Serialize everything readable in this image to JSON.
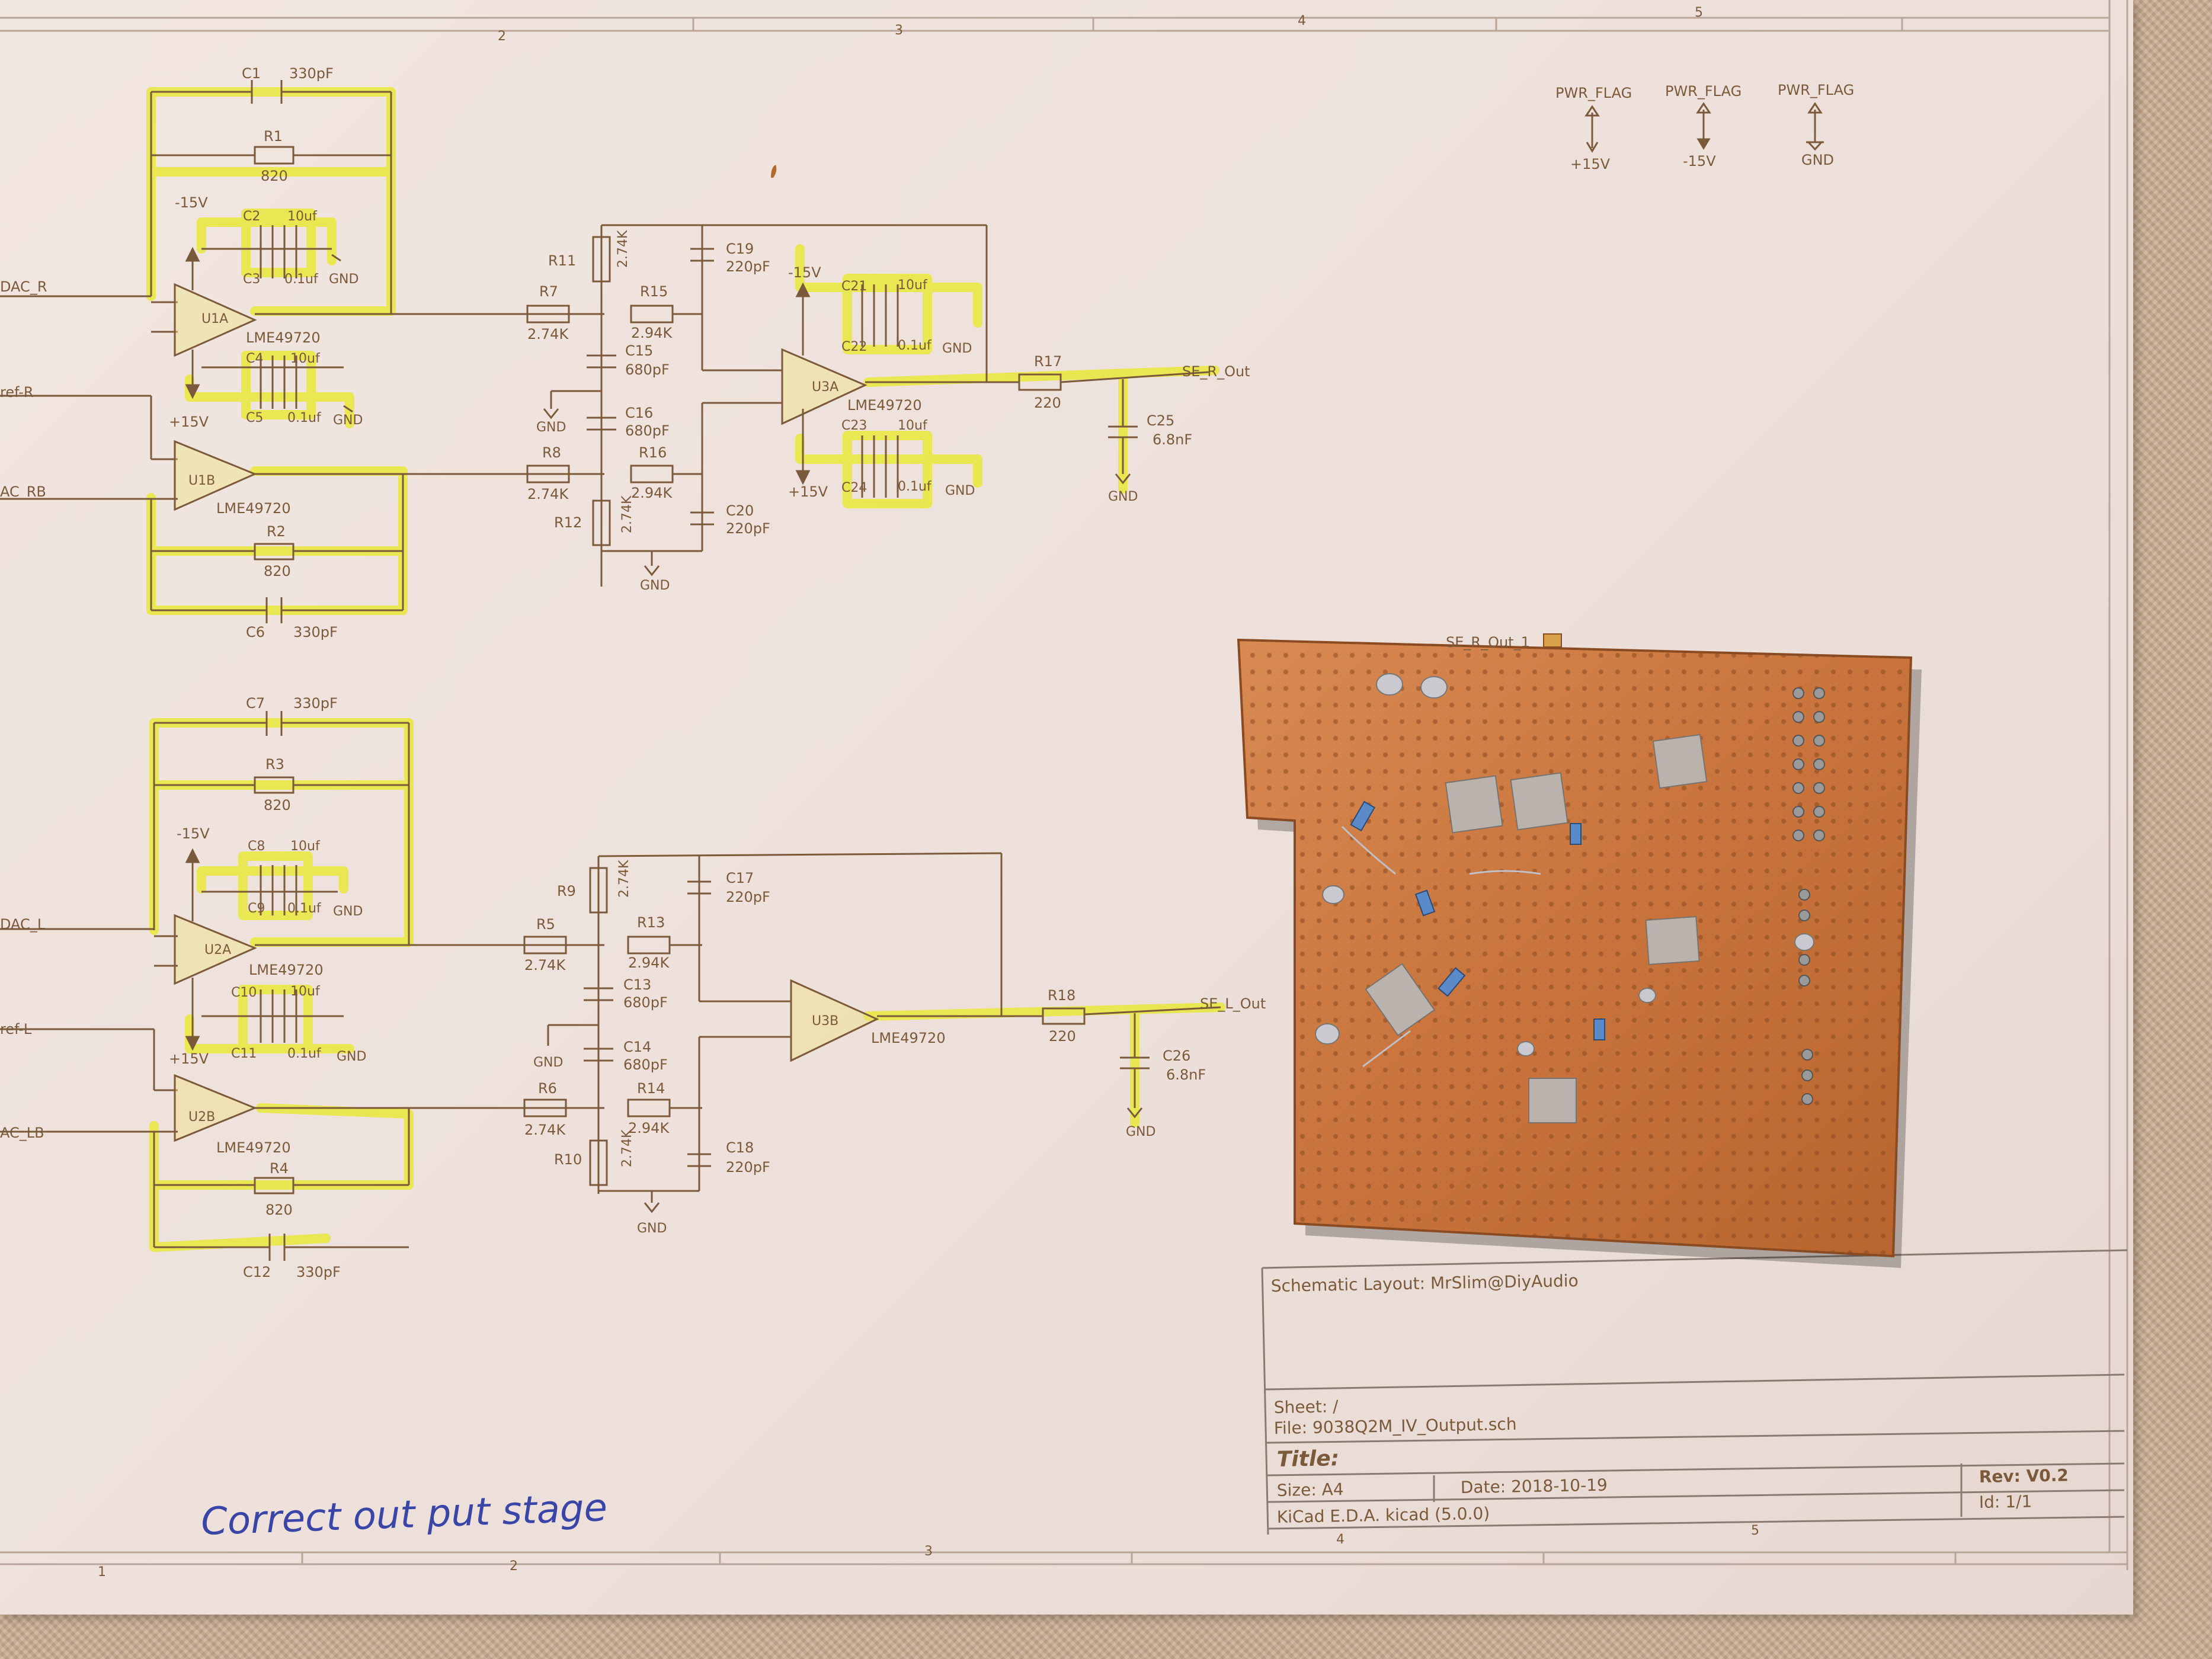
{
  "frame_numbers": [
    "2",
    "3",
    "4",
    "5"
  ],
  "frame_numbers_bottom": [
    "1",
    "2",
    "3",
    "4",
    "5"
  ],
  "power_flags": [
    {
      "label": "PWR_FLAG",
      "net": "+15V"
    },
    {
      "label": "PWR_FLAG",
      "net": "-15V"
    },
    {
      "label": "PWR_FLAG",
      "net": "GND"
    }
  ],
  "right_channel": {
    "inputs": [
      "DAC_R",
      "ref-R",
      "AC_RB"
    ],
    "c1": {
      "ref": "C1",
      "value": "330pF"
    },
    "r1": {
      "ref": "R1",
      "value": "820"
    },
    "c2": {
      "ref": "C2",
      "value": "10uf"
    },
    "c3": {
      "ref": "C3",
      "value": "0.1uf"
    },
    "u1a": {
      "ref": "U1A",
      "part": "LME49720"
    },
    "c4": {
      "ref": "C4",
      "value": "10uf"
    },
    "c5": {
      "ref": "C5",
      "value": "0.1uf"
    },
    "u1b": {
      "ref": "U1B",
      "part": "LME49720"
    },
    "r2": {
      "ref": "R2",
      "value": "820"
    },
    "c6": {
      "ref": "C6",
      "value": "330pF"
    },
    "r11": {
      "ref": "R11",
      "value": "2.74K"
    },
    "r7": {
      "ref": "R7",
      "value": "2.74K"
    },
    "r15": {
      "ref": "R15",
      "value": "2.94K"
    },
    "c19": {
      "ref": "C19",
      "value": "220pF"
    },
    "c15": {
      "ref": "C15",
      "value": "680pF"
    },
    "c16": {
      "ref": "C16",
      "value": "680pF"
    },
    "r8": {
      "ref": "R8",
      "value": "2.74K"
    },
    "r16": {
      "ref": "R16",
      "value": "2.94K"
    },
    "r12": {
      "ref": "R12",
      "value": "2.74K"
    },
    "c20": {
      "ref": "C20",
      "value": "220pF"
    },
    "u3a": {
      "ref": "U3A",
      "part": "LME49720"
    },
    "c21": {
      "ref": "C21",
      "value": "10uf"
    },
    "c22": {
      "ref": "C22",
      "value": "0.1uf"
    },
    "c23": {
      "ref": "C23",
      "value": "10uf"
    },
    "c24": {
      "ref": "C24",
      "value": "0.1uf"
    },
    "r17": {
      "ref": "R17",
      "value": "220"
    },
    "c25": {
      "ref": "C25",
      "value": "6.8nF"
    },
    "out": "SE_R_Out"
  },
  "left_channel": {
    "inputs": [
      "DAC_L",
      "ref-L",
      "AC_LB"
    ],
    "c7": {
      "ref": "C7",
      "value": "330pF"
    },
    "r3": {
      "ref": "R3",
      "value": "820"
    },
    "c8": {
      "ref": "C8",
      "value": "10uf"
    },
    "c9": {
      "ref": "C9",
      "value": "0.1uf"
    },
    "u2a": {
      "ref": "U2A",
      "part": "LME49720"
    },
    "c10": {
      "ref": "C10",
      "value": "10uf"
    },
    "c11": {
      "ref": "C11",
      "value": "0.1uf"
    },
    "u2b": {
      "ref": "U2B",
      "part": "LME49720"
    },
    "r4": {
      "ref": "R4",
      "value": "820"
    },
    "c12": {
      "ref": "C12",
      "value": "330pF"
    },
    "r9": {
      "ref": "R9",
      "value": "2.74K"
    },
    "r5": {
      "ref": "R5",
      "value": "2.74K"
    },
    "r13": {
      "ref": "R13",
      "value": "2.94K"
    },
    "c17": {
      "ref": "C17",
      "value": "220pF"
    },
    "c13": {
      "ref": "C13",
      "value": "680pF"
    },
    "c14": {
      "ref": "C14",
      "value": "680pF"
    },
    "r6": {
      "ref": "R6",
      "value": "2.74K"
    },
    "r14": {
      "ref": "R14",
      "value": "2.94K"
    },
    "r10": {
      "ref": "R10",
      "value": "2.74K"
    },
    "c18": {
      "ref": "C18",
      "value": "220pF"
    },
    "u3b": {
      "ref": "U3B",
      "part": "LME49720"
    },
    "r18": {
      "ref": "R18",
      "value": "220"
    },
    "c26": {
      "ref": "C26",
      "value": "6.8nF"
    },
    "out": "SE_L_Out"
  },
  "power_labels": {
    "neg": "-15V",
    "pos": "+15V",
    "gnd": "GND"
  },
  "pcb_label": "SE_R_Out_1",
  "title_block": {
    "layout": "Schematic Layout: MrSlim@DiyAudio",
    "sheet": "Sheet: /",
    "file": "File: 9038Q2M_IV_Output.sch",
    "title": "Title:",
    "size": "Size: A4",
    "date": "Date: 2018-10-19",
    "rev": "Rev: V0.2",
    "tool": "KiCad E.D.A.  kicad (5.0.0)",
    "id": "Id: 1/1"
  },
  "handwriting": "Correct out put stage",
  "colors": {
    "highlight": "#e8e83a",
    "ink": "#7a5a3a",
    "copper": "#c8743c",
    "handwriting": "#3a45a8"
  }
}
